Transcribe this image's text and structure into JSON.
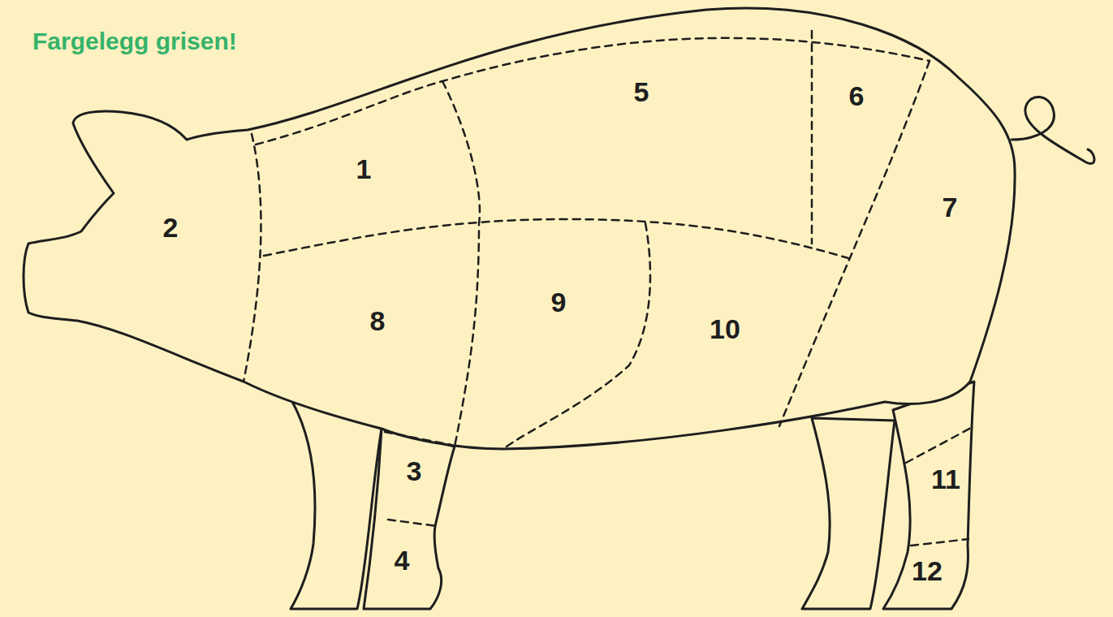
{
  "diagram": {
    "title": "Fargelegg grisen!",
    "labels": [
      "1",
      "2",
      "3",
      "4",
      "5",
      "6",
      "7",
      "8",
      "9",
      "10",
      "11",
      "12"
    ]
  }
}
